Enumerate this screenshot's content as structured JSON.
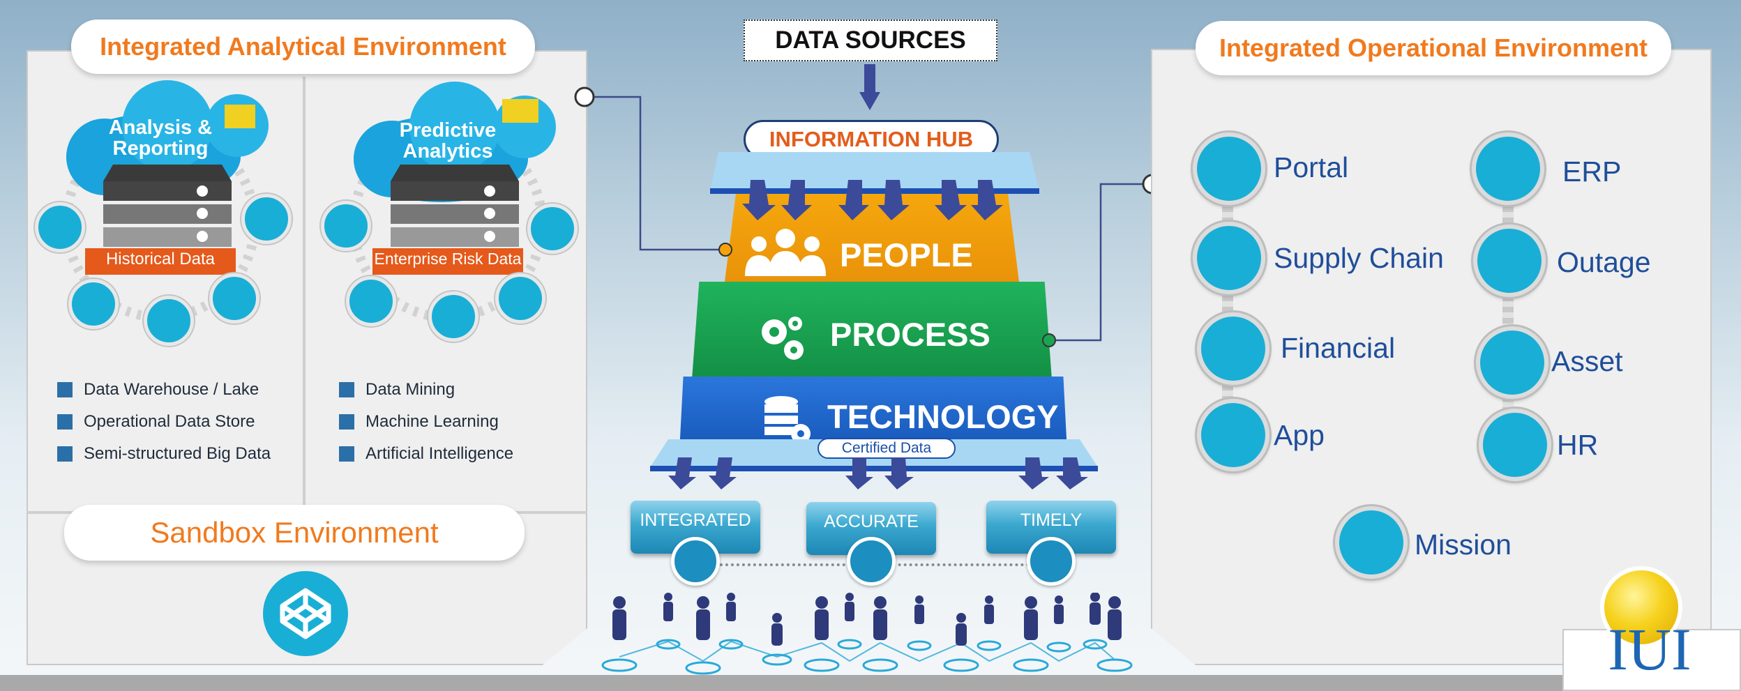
{
  "data_sources": "DATA SOURCES",
  "hub": "INFORMATION HUB",
  "tiers": {
    "people": "PEOPLE",
    "process": "PROCESS",
    "technology": "TECHNOLOGY",
    "certified": "Certified Data"
  },
  "qualities": [
    "INTEGRATED",
    "ACCURATE",
    "TIMELY"
  ],
  "analytical": {
    "title": "Integrated Analytical Environment",
    "cloud1": "Analysis & Reporting",
    "cloud2": "Predictive Analytics",
    "label1": "Historical Data",
    "label2": "Enterprise Risk Data",
    "bullets_left": [
      "Data Warehouse / Lake",
      "Operational Data Store",
      "Semi-structured Big Data"
    ],
    "bullets_right": [
      "Data Mining",
      "Machine Learning",
      "Artificial Intelligence"
    ]
  },
  "sandbox": {
    "title": "Sandbox Environment"
  },
  "operational": {
    "title": "Integrated Operational Environment",
    "left": [
      "Portal",
      "Supply Chain",
      "Financial",
      "App"
    ],
    "right": [
      "ERP",
      "Outage",
      "Asset",
      "HR"
    ],
    "mission": "Mission"
  },
  "logo": "IUI",
  "colors": {
    "orange": "#f07a1e",
    "people": "#f5a20c",
    "process": "#1aa453",
    "technology": "#1b64c9",
    "icon_blue": "#19aed6",
    "label_blue": "#1f4e9a"
  },
  "icons": [
    "server-icon",
    "database-icon",
    "people-icon",
    "gears-icon",
    "target-icon",
    "stopwatch-icon",
    "codepen-cube-icon",
    "bulb-icon"
  ]
}
